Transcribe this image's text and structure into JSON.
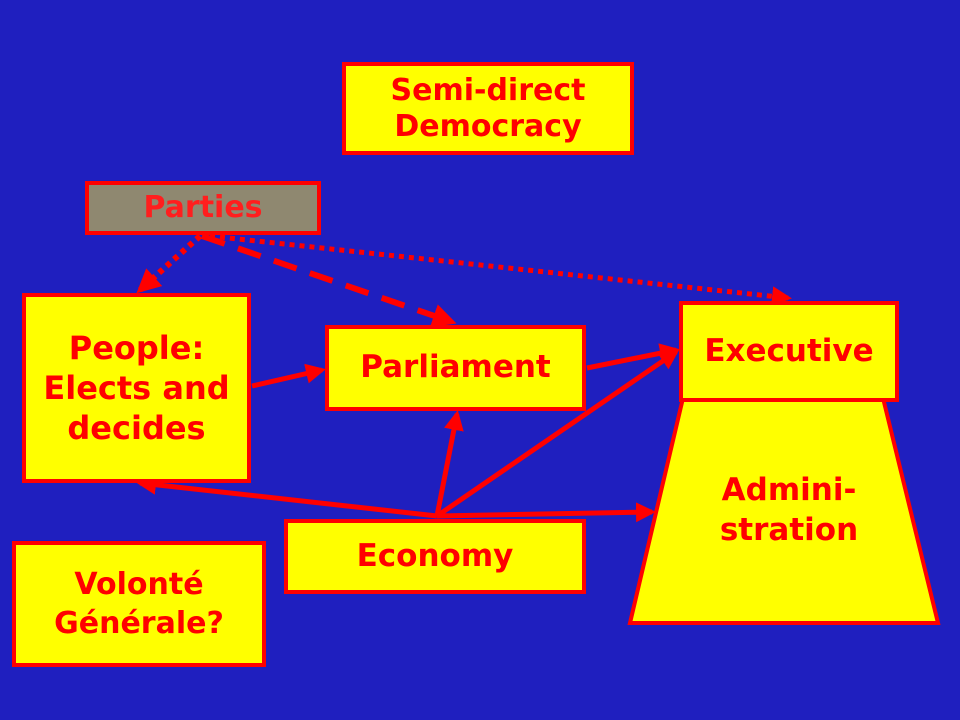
{
  "title": "Semi-direct\nDemocracy",
  "nodes": {
    "parties": "Parties",
    "people": "People:\nElects and\ndecides",
    "parliament": "Parliament",
    "executive": "Executive",
    "administration": "Admini-\nstration",
    "economy": "Economy",
    "volonte": "Volonté\nGénérale?"
  },
  "edges": [
    {
      "from": "Parties",
      "to": "People",
      "style": "dotted"
    },
    {
      "from": "Parties",
      "to": "Parliament",
      "style": "dashed"
    },
    {
      "from": "Parties",
      "to": "Executive",
      "style": "dotted"
    },
    {
      "from": "People",
      "to": "Parliament",
      "style": "solid"
    },
    {
      "from": "Parliament",
      "to": "Executive",
      "style": "solid"
    },
    {
      "from": "Economy",
      "to": "Parliament",
      "style": "solid"
    },
    {
      "from": "Economy",
      "to": "Executive",
      "style": "solid"
    },
    {
      "from": "Economy",
      "to": "People",
      "style": "solid"
    },
    {
      "from": "Economy",
      "to": "Administration",
      "style": "solid"
    }
  ],
  "colors": {
    "background": "#1f1fbf",
    "box_fill": "#ffff00",
    "box_border": "#ff0000",
    "text": "#ff0000",
    "parties_fill": "#8f8870",
    "arrow": "#ff0000"
  }
}
